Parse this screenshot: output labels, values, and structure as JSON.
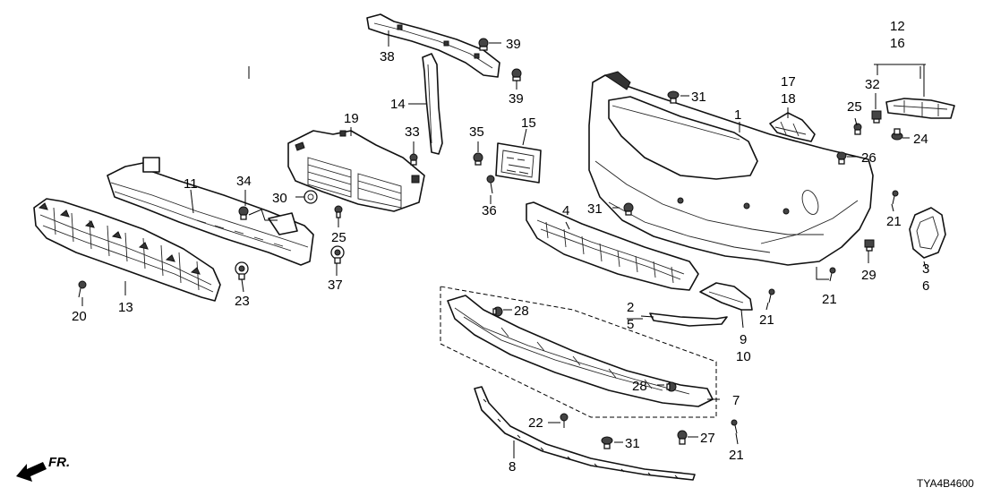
{
  "diagram_code": "TYA4B4600",
  "direction_label": "FR.",
  "callouts": {
    "n1": "1",
    "n2": "2",
    "n3": "3",
    "n4": "4",
    "n5": "5",
    "n6": "6",
    "n7": "7",
    "n8": "8",
    "n9": "9",
    "n10": "10",
    "n11": "11",
    "n12": "12",
    "n13": "13",
    "n14": "14",
    "n15": "15",
    "n16": "16",
    "n17": "17",
    "n18": "18",
    "n19": "19",
    "n20": "20",
    "n21": "21",
    "n22": "22",
    "n23": "23",
    "n24": "24",
    "n25": "25",
    "n26": "26",
    "n27": "27",
    "n28": "28",
    "n29": "29",
    "n30": "30",
    "n31": "31",
    "n32": "32",
    "n33": "33",
    "n34": "34",
    "n35": "35",
    "n36": "36",
    "n37": "37",
    "n38": "38",
    "n39": "39"
  }
}
